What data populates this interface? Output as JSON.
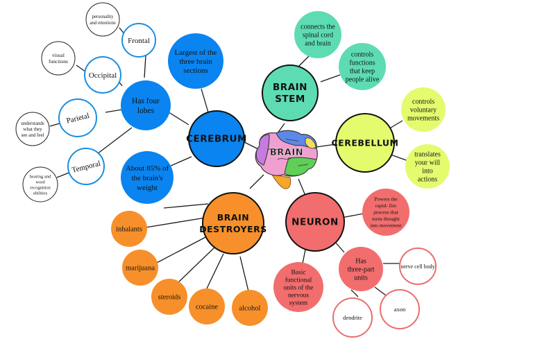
{
  "colors": {
    "blue": "#0a84f0",
    "teal": "#5ddcb4",
    "yellow": "#e4fb6e",
    "orange": "#f7902a",
    "salmon": "#f26d6d",
    "outline_blue": "#1a8fe0",
    "outline_salmon": "#ea6d6d",
    "line": "#1a1a1a"
  },
  "center": {
    "label": "BRAIN",
    "icon": "brain-icon"
  },
  "nodes": {
    "cerebrum": "CEREBRUM",
    "largest": "Largest of the three brain sections",
    "four_lobes": "Has four lobes",
    "percent": "About 85% of the brain's weight",
    "frontal": "Frontal",
    "occipital": "Occipital",
    "parietal": "Parietal",
    "temporal": "Temporal",
    "personality": "personality and emotions",
    "visual": "visual functions",
    "understands": "understands what they see and feel",
    "hearing": "hearing and word recognition abilities",
    "brain_stem": "BRAIN STEM",
    "connects": "connects the spinal cord and brain",
    "controls_functions": "controls functions that keep people alive",
    "cerebellum": "CEREBELLUM",
    "controls_voluntary": "controls voluntary movements",
    "translates": "translates your will into actions",
    "neuron": "NEURON",
    "powers": "Powers the rapid- fire process that turns thought into movement",
    "basic": "Basic functional units of the nervous system",
    "three_part": "Has three-part units",
    "nerve_cell": "nerve cell body",
    "axon": "axon",
    "dendrite": "dendrite",
    "destroyers": "BRAIN DESTROYERS",
    "inhalants": "inhalants",
    "marijuana": "marijuana",
    "steroids": "steroids",
    "cocaine": "cocaine",
    "alcohol": "alcohol"
  }
}
